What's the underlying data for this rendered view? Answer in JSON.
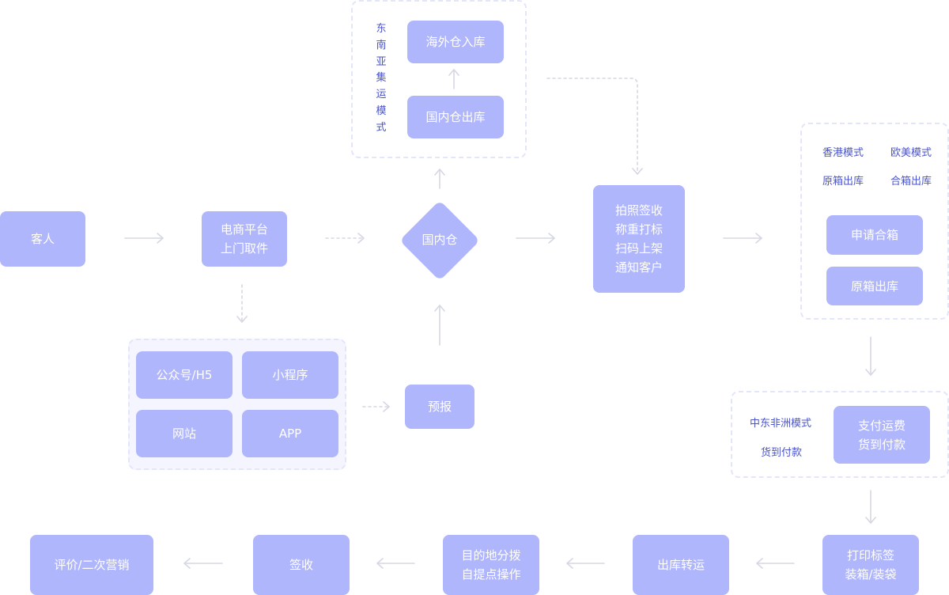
{
  "nodes": {
    "customer": "客人",
    "ecommerce_pickup": "电商平台\n上门取件",
    "domestic_warehouse": "国内仓",
    "overseas_inbound": "海外仓入库",
    "domestic_outbound": "国内仓出库",
    "sea_mode_label": "东南亚集运模式",
    "wechat_h5": "公众号/H5",
    "mini_program": "小程序",
    "website": "网站",
    "app": "APP",
    "forecast": "预报",
    "processing": "拍照签收\n称重打标\n扫码上架\n通知客户",
    "hk_mode": "香港模式",
    "eu_us_mode": "欧美模式",
    "original_box_out_label": "原箱出库",
    "combined_box_out_label": "合箱出库",
    "apply_combine": "申请合箱",
    "original_box_out": "原箱出库",
    "me_africa_mode": "中东非洲模式",
    "cod_label": "货到付款",
    "pay_freight": "支付运费\n货到付款",
    "print_label": "打印标签\n装箱/装袋",
    "outbound_transfer": "出库转运",
    "destination_sorting": "目的地分拨\n自提点操作",
    "sign_receive": "签收",
    "review_marketing": "评价/二次营销"
  },
  "colors": {
    "node_fill": "#b0b6fb",
    "node_text": "#ffffff",
    "label_text": "#4b55c9",
    "group_border": "#e3e6fb",
    "group_fill": "#f4f5fe",
    "arrow": "#d5d7e3"
  }
}
